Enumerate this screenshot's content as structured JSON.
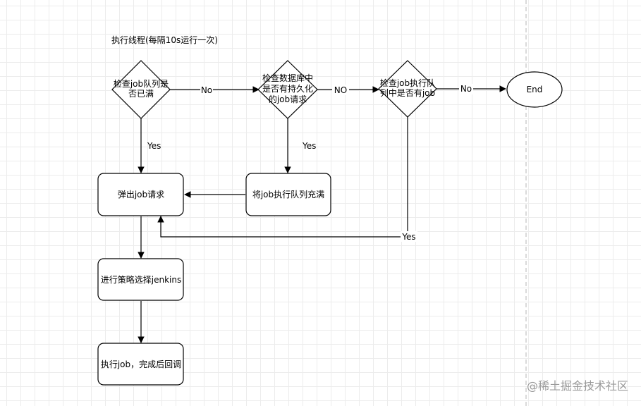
{
  "diagram": {
    "title": "执行线程(每隔10s运行一次)",
    "nodes": {
      "check_queue_full": [
        "检查job队列是",
        "否已满"
      ],
      "check_db": [
        "检查数据库中",
        "是否有持久化",
        "的job请求"
      ],
      "check_exec_queue": [
        "检查job执行队",
        "列中是否有job"
      ],
      "end": [
        "End"
      ],
      "pop_job": [
        "弹出job请求"
      ],
      "fill_queue": [
        "将job执行队列充满"
      ],
      "select_jenkins": [
        "进行策略选择jenkins"
      ],
      "execute_job": [
        "执行job，完成后回调"
      ]
    },
    "edges": {
      "full_to_db": "No",
      "db_to_exec": "NO",
      "exec_to_end": "No",
      "full_to_pop": "Yes",
      "db_to_fill": "Yes",
      "exec_to_pop": "Yes",
      "fill_to_pop": "",
      "pop_to_select": "",
      "select_to_execute": ""
    }
  },
  "watermark": "@稀土掘金技术社区"
}
